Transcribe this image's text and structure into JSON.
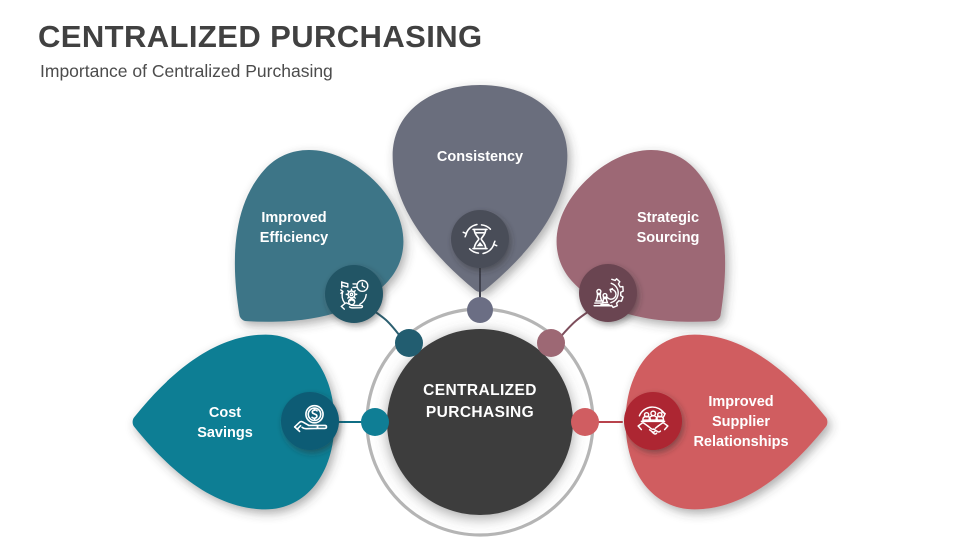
{
  "header": {
    "title": "CENTRALIZED PURCHASING",
    "subtitle": "Importance of Centralized Purchasing",
    "title_color": "#414141",
    "subtitle_color": "#4c4c4c"
  },
  "hub": {
    "label": "CENTRALIZED\nPURCHASING",
    "fill": "#3d3d3d",
    "text_color": "#ffffff",
    "ring_color": "#b5b5b5"
  },
  "background": "#ffffff",
  "petals": [
    {
      "id": "improved-efficiency",
      "label": "Improved\nEfficiency",
      "fill": "#3d7487",
      "icon_fill": "#215465",
      "dot_fill": "#225d70",
      "icon": "hand-gear-clock-icon",
      "connector_color": "#2c5f70"
    },
    {
      "id": "consistency",
      "label": "Consistency",
      "fill": "#6b6e7d",
      "icon_fill": "#4a4d59",
      "dot_fill": "#6b6e84",
      "icon": "hourglass-refresh-icon",
      "connector_color": "#3f414d"
    },
    {
      "id": "strategic-sourcing",
      "label": "Strategic\nSourcing",
      "fill": "#9d6874",
      "icon_fill": "#6b4551",
      "dot_fill": "#9d6874",
      "icon": "gear-chess-icon",
      "connector_color": "#7d4e5c"
    },
    {
      "id": "cost-savings",
      "label": "Cost\nSavings",
      "fill": "#107e94",
      "icon_fill": "#0d5c74",
      "dot_fill": "#0f7e95",
      "icon": "hand-coin-icon",
      "connector_color": "#0f6d84"
    },
    {
      "id": "improved-supplier-relationships",
      "label": "Improved\nSupplier\nRelationships",
      "fill": "#d05d61",
      "icon_fill": "#ad2530",
      "dot_fill": "#d05d61",
      "icon": "handshake-people-icon",
      "connector_color": "#b8434c"
    }
  ]
}
